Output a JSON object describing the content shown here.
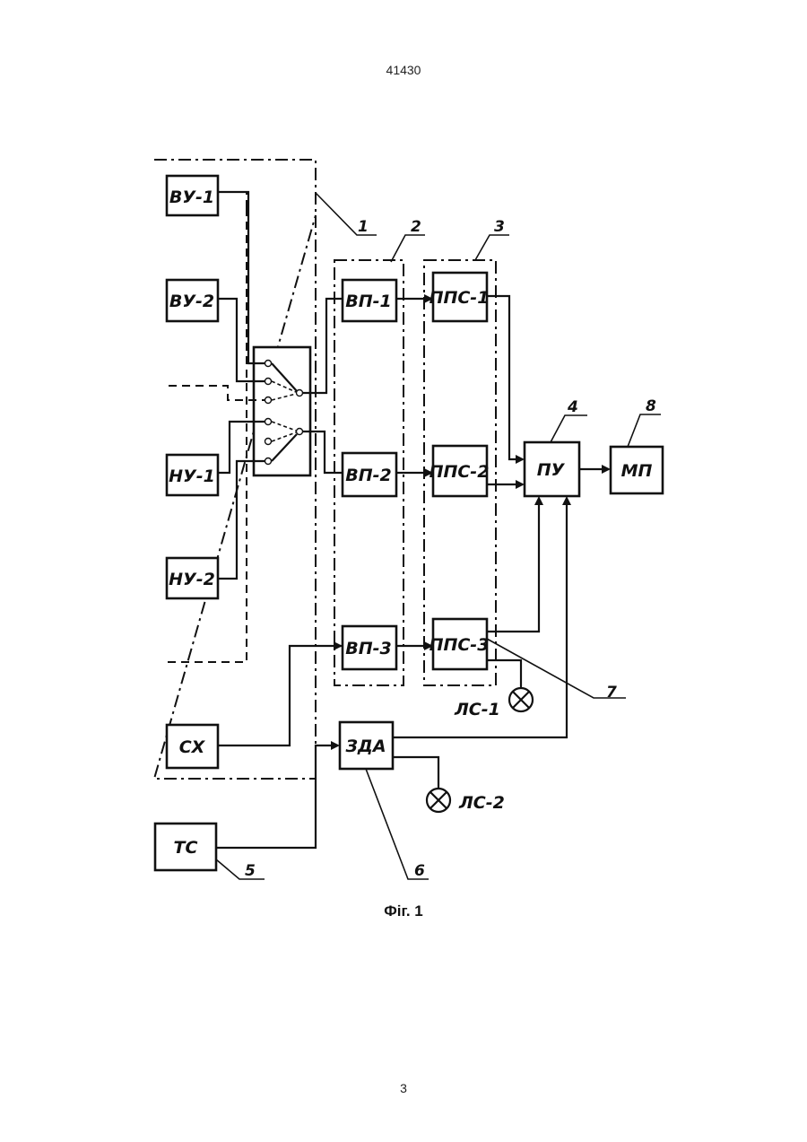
{
  "page": {
    "header_number": "41430",
    "figure_caption": "Фіг. 1",
    "page_number": "3"
  },
  "blocks": {
    "vu1": "ВУ-1",
    "vu2": "ВУ-2",
    "nu1": "НУ-1",
    "nu2": "НУ-2",
    "sx": "СХ",
    "vp1": "ВП-1",
    "vp2": "ВП-2",
    "vp3": "ВП-3",
    "pps1": "ППС-1",
    "pps2": "ППС-2",
    "pps3": "ППС-3",
    "pu": "ПУ",
    "mp": "МП",
    "zda": "ЗДА",
    "ts": "ТС"
  },
  "indicators": {
    "ls1": "ЛС-1",
    "ls2": "ЛС-2"
  },
  "callouts": {
    "c1": "1",
    "c2": "2",
    "c3": "3",
    "c4": "4",
    "c5": "5",
    "c6": "6",
    "c7": "7",
    "c8": "8"
  }
}
